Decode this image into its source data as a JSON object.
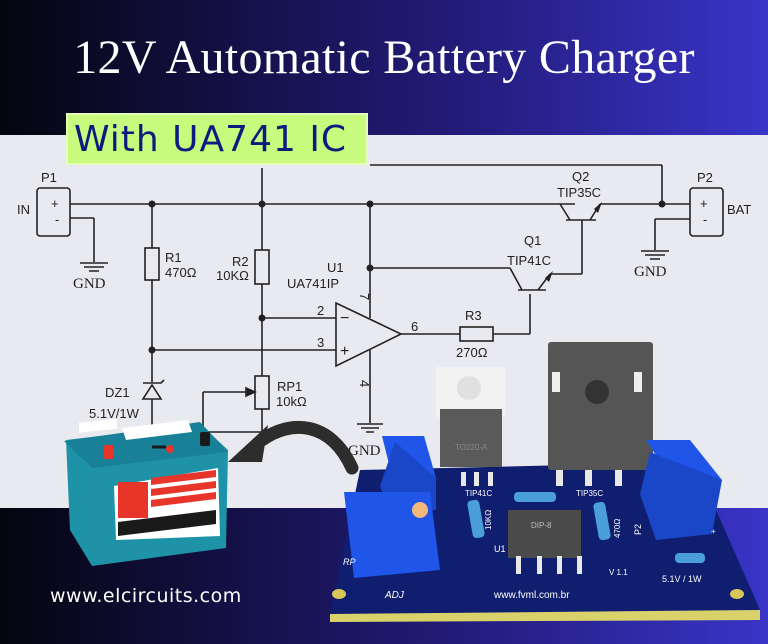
{
  "header": {
    "title": "12V Automatic Battery Charger",
    "subtitle": "With UA741 IC"
  },
  "schematic": {
    "p1": {
      "ref": "P1",
      "label": "IN",
      "plus": "+",
      "minus": "-"
    },
    "p2": {
      "ref": "P2",
      "label": "BAT",
      "plus": "+",
      "minus": "-"
    },
    "gnd_label": "GND",
    "r1": {
      "ref": "R1",
      "value": "470Ω"
    },
    "r2": {
      "ref": "R2",
      "value": "10KΩ"
    },
    "r3": {
      "ref": "R3",
      "value": "270Ω"
    },
    "rp1": {
      "ref": "RP1",
      "value": "10kΩ"
    },
    "dz1": {
      "ref": "DZ1",
      "value": "5.1V/1W"
    },
    "u1": {
      "ref": "U1",
      "part": "UA741IP",
      "pin2": "2",
      "pin3": "3",
      "pin4": "4",
      "pin6": "6",
      "pin7": "7",
      "minus": "−",
      "plus": "+"
    },
    "q1": {
      "ref": "Q1",
      "part": "TIP41C"
    },
    "q2": {
      "ref": "Q2",
      "part": "TIP35C"
    }
  },
  "pcb": {
    "q1_label": "TIP41C",
    "q2_label": "TIP35C",
    "to220_label": "TO220-A",
    "ic_label": "DIP-8",
    "u1_label": "U1",
    "r2_label": "10KΩ",
    "r1_label": "470Ω",
    "p2_label": "P2",
    "version": "V 1.1",
    "dz_label": "5.1V / 1W",
    "adj_label": "ADJ",
    "rp_label": "RP",
    "url": "www.fvml.com.br",
    "plus": "+"
  },
  "footer": {
    "website": "www.elcircuits.com"
  },
  "colors": {
    "subtitle_bg": "#c8fb7d",
    "subtitle_text": "#0d1a7e",
    "panel_bg": "#e9e9f0",
    "pcb_board": "#0f1e6e",
    "terminal_blue": "#1f55e8",
    "battery_teal": "#1e93a8",
    "battery_red": "#e8352a"
  }
}
